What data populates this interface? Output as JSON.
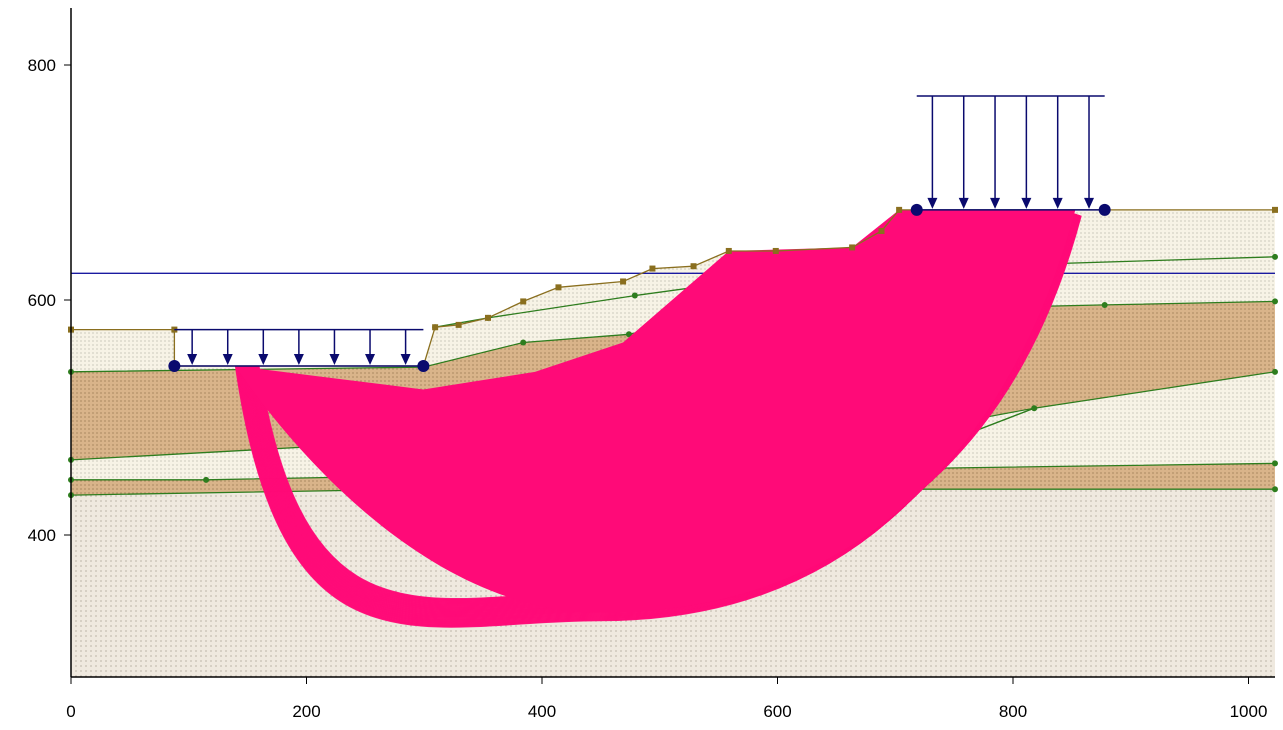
{
  "x_ticks": [
    "0",
    "200",
    "400",
    "600",
    "800",
    "1000"
  ],
  "y_ticks": [
    "400",
    "600",
    "800"
  ],
  "chart_data": {
    "type": "slope-stability-section",
    "xlim": [
      0,
      1025
    ],
    "ylim": [
      280,
      850
    ],
    "x_tick_values": [
      0,
      200,
      400,
      600,
      800,
      1000
    ],
    "y_tick_values": [
      400,
      600,
      800
    ],
    "colors": {
      "axis": "#000000",
      "water_table": "#1a1aa0",
      "layer_boundary": "#2e7d1e",
      "surface_line": "#8a6f1f",
      "slip_surfaces": "#ff0a78",
      "loads": "#0a0a6e",
      "soil_brown": "#c9a57a",
      "soil_light": "#f5f1e1",
      "soil_grey": "#ece6dc"
    },
    "ground_surface": [
      [
        0,
        576
      ],
      [
        88,
        576
      ],
      [
        88,
        545
      ],
      [
        300,
        545
      ],
      [
        310,
        578
      ],
      [
        330,
        580
      ],
      [
        355,
        586
      ],
      [
        385,
        600
      ],
      [
        415,
        612
      ],
      [
        470,
        617
      ],
      [
        495,
        628
      ],
      [
        530,
        630
      ],
      [
        560,
        643
      ],
      [
        600,
        643
      ],
      [
        665,
        646
      ],
      [
        690,
        660
      ],
      [
        705,
        678
      ],
      [
        1025,
        678
      ]
    ],
    "water_table": [
      [
        0,
        624
      ],
      [
        1025,
        624
      ]
    ],
    "layer_boundaries": [
      [
        [
          0,
          540
        ],
        [
          300,
          544
        ],
        [
          385,
          565
        ],
        [
          475,
          572
        ],
        [
          560,
          590
        ],
        [
          880,
          597
        ],
        [
          1025,
          600
        ]
      ],
      [
        [
          0,
          465
        ],
        [
          310,
          482
        ],
        [
          500,
          478
        ],
        [
          755,
          484
        ],
        [
          820,
          509
        ],
        [
          1025,
          540
        ]
      ],
      [
        [
          0,
          448
        ],
        [
          115,
          448
        ],
        [
          330,
          452
        ],
        [
          600,
          454
        ],
        [
          740,
          458
        ],
        [
          1025,
          462
        ]
      ],
      [
        [
          0,
          435
        ],
        [
          300,
          440
        ],
        [
          1025,
          440
        ]
      ],
      [
        [
          310,
          578
        ],
        [
          355,
          586
        ],
        [
          480,
          605
        ],
        [
          590,
          620
        ],
        [
          700,
          628
        ],
        [
          1025,
          638
        ]
      ]
    ],
    "slip_surface_family": {
      "crest_points": [
        [
          140,
          545
        ],
        [
          855,
          678
        ]
      ],
      "lowest_point": [
        450,
        328
      ],
      "count": 60
    },
    "distributed_loads": [
      {
        "x_start": 88,
        "x_end": 300,
        "base_y": 545,
        "top_y": 576,
        "arrows": 7
      },
      {
        "x_start": 720,
        "x_end": 880,
        "base_y": 678,
        "top_y": 775,
        "arrows": 6
      }
    ]
  }
}
